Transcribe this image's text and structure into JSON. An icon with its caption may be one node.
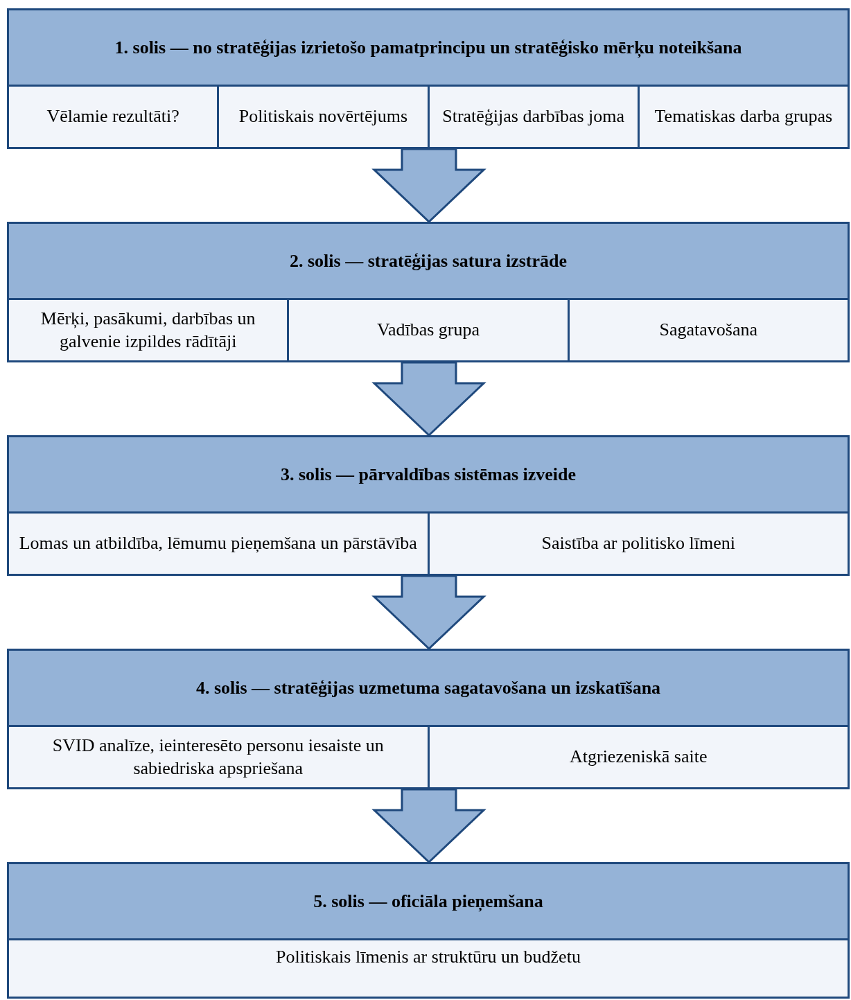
{
  "diagram": {
    "nodes": [
      {
        "text": [
          "1. solis — no stratēģijas izrietošo pamatprincipu un stratēģisko mērķu noteikšana"
        ]
      },
      {
        "text": [
          "Vēlamie rezultāti?"
        ],
        "in": 0
      },
      {
        "text": [
          "Politiskais novērtējums"
        ],
        "in": 0
      },
      {
        "text": [
          "Stratēģijas darbības joma"
        ],
        "in": 0
      },
      {
        "text": [
          "Tematiskas darba grupas"
        ],
        "in": 0
      },
      {
        "text": [
          "2. solis — stratēģijas satura izstrāde"
        ]
      },
      {
        "text": [
          "Mērķi, pasākumi, darbības un galvenie izpildes rādītāji"
        ],
        "in": 5
      },
      {
        "text": [
          "Vadības grupa"
        ],
        "in": 5
      },
      {
        "text": [
          "Sagatavošana"
        ],
        "in": 5
      },
      {
        "text": [
          "3. solis — pārvaldības sistēmas izveide"
        ]
      },
      {
        "text": [
          "Lomas un atbildība, lēmumu pieņemšana un pārstāvība"
        ],
        "in": 9
      },
      {
        "text": [
          "Saistība ar politisko līmeni"
        ],
        "in": 9
      },
      {
        "text": [
          "4. solis — stratēģijas uzmetuma sagatavošana un izskatīšana"
        ]
      },
      {
        "text": [
          "SVID analīze, ieinteresēto personu iesaiste un sabiedriska apspriešana"
        ],
        "in": 12
      },
      {
        "text": [
          "Atgriezeniskā saite"
        ],
        "in": 12
      },
      {
        "text": [
          "5. solis — oficiāla pieņemšana"
        ]
      },
      {
        "text": [
          "Politiskais līmenis ar struktūru un budžetu"
        ],
        "in": 15
      }
    ],
    "edges": [
      {
        "from": 0,
        "to": 5,
        "arrow": "to",
        "style": "thick"
      },
      {
        "from": 5,
        "to": 9,
        "arrow": "to",
        "style": "thick"
      },
      {
        "from": 9,
        "to": 12,
        "arrow": "to",
        "style": "thick"
      },
      {
        "from": 12,
        "to": 15,
        "arrow": "to",
        "style": "thick"
      }
    ]
  }
}
